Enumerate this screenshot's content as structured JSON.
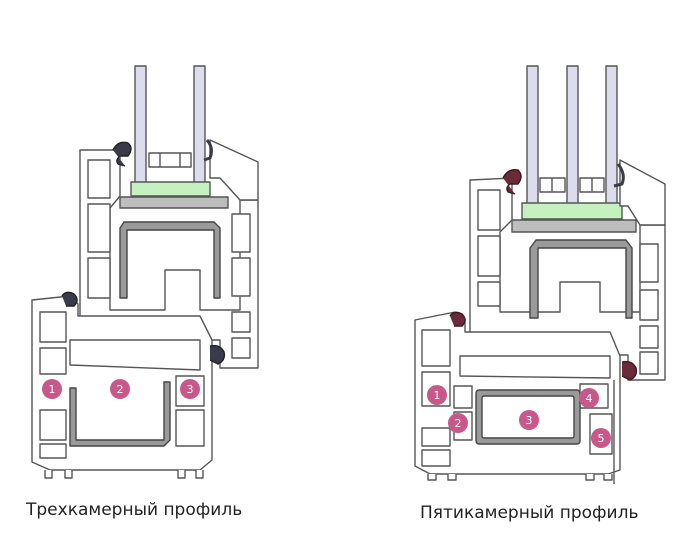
{
  "profiles": [
    {
      "caption": "Трехкамерный профиль",
      "chambers": [
        "1",
        "2",
        "3"
      ]
    },
    {
      "caption": "Пятикамерный профиль",
      "chambers": [
        "1",
        "2",
        "3",
        "4",
        "5"
      ]
    }
  ],
  "colors": {
    "marker": "#c8588a",
    "glass": "#dcdcec",
    "spacer": "#c6f0c0",
    "reinforcement": "#9a9a9a",
    "outline": "#555555",
    "gasket_dark": "#3a3a4a",
    "gasket_red": "#6b2a3a"
  }
}
